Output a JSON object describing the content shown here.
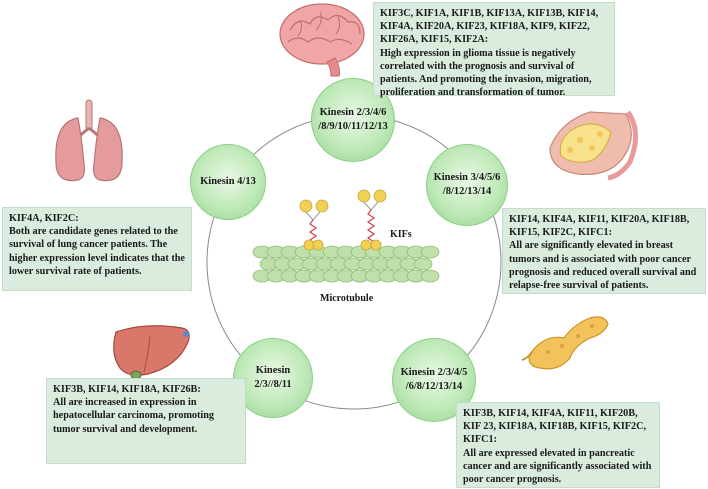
{
  "center": {
    "kifs_label": "KIFs",
    "microtubule_label": "Microtubule"
  },
  "nodes": {
    "brain": "Kinesin 2/3/4/6 /8/9/10/11/12/13",
    "lung": "Kinesin 4/13",
    "breast": "Kinesin 3/4/5/6 /8/12/13/14",
    "liver": "Kinesin 2/3//8/11",
    "pancreas": "Kinesin 2/3/4/5 /6/8/12/13/14"
  },
  "boxes": {
    "glioma": {
      "genes": "KIF3C, KIF1A, KIF1B, KIF13A, KIF13B, KIF14, KIF4A, KIF20A, KIF23, KIF18A, KIF9, KIF22, KIF26A, KIF15, KIF2A:",
      "text": "High expression in glioma tissue is negatively correlated with the prognosis and survival of patients. And promoting the invasion, migration, proliferation and transformation of tumor."
    },
    "lung": {
      "genes": "KIF4A, KIF2C:",
      "text": "Both are candidate genes related to the survival of lung cancer patients. The higher expression level indicates that the lower survival rate of patients."
    },
    "breast": {
      "genes": "KIF14, KIF4A, KIF11, KIF20A, KIF18B, KIF15, KIF2C, KIFC1:",
      "text": "All are significantly elevated in breast tumors and is associated with poor cancer prognosis and reduced overall survival and relapse-free survival of patients."
    },
    "liver": {
      "genes": "KIF3B, KIF14, KIF18A, KIF26B:",
      "text": "All are increased in expression in hepatocellular carcinoma, promoting tumor survival and development."
    },
    "pancreas": {
      "genes": "KIF3B, KIF14, KIF4A, KIF11, KIF20B, KIF 23, KIF18A, KIF18B, KIF15, KIF2C, KIFC1:",
      "text": "All are expressed elevated in pancreatic cancer and are significantly associated with poor cancer prognosis."
    }
  },
  "icons": [
    "brain-icon",
    "lungs-icon",
    "breast-icon",
    "liver-icon",
    "pancreas-icon",
    "kinesin-motor-icon",
    "microtubule-icon"
  ],
  "colors": {
    "box_fill": "#d9ecdd",
    "node_fill": "#bfe9b8",
    "organ_pink": "#e89a9a",
    "liver_red": "#d86a5a",
    "pancreas_yellow": "#f3c25a",
    "kinesin_yellow": "#f2cf55",
    "microtubule_green": "#b9dfa8"
  }
}
